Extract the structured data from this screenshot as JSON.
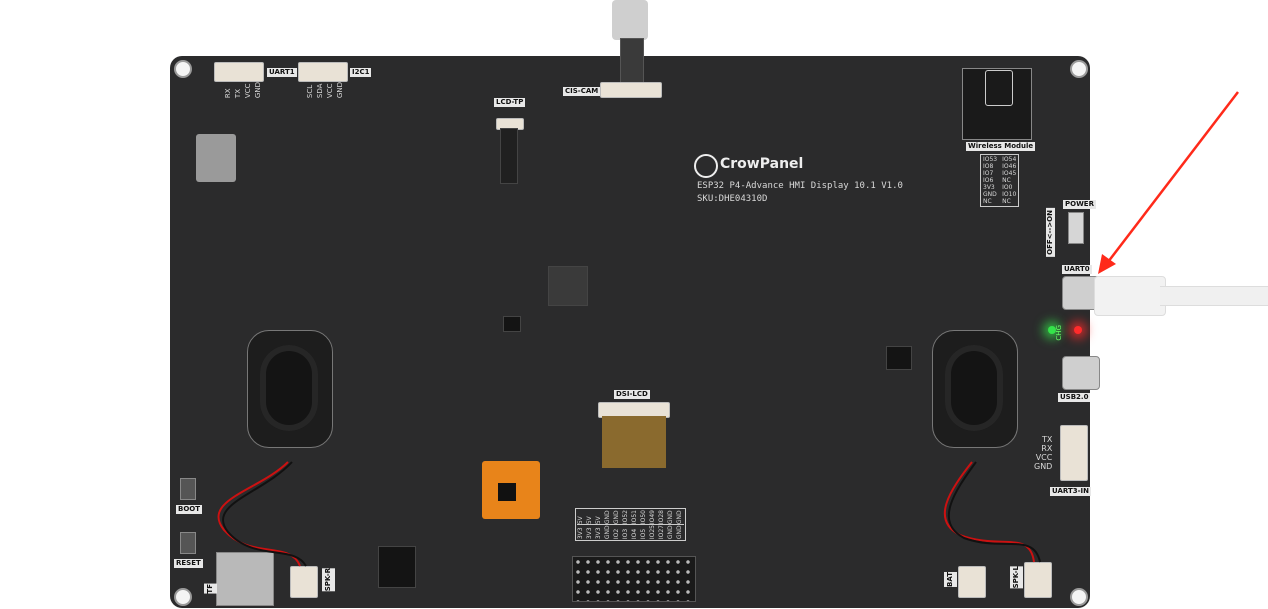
{
  "brand": {
    "name": "CrowPanel",
    "product": "ESP32 P4-Advance HMI Display 10.1 V1.0",
    "sku": "SKU:DHE04310D"
  },
  "labels": {
    "uart1": "UART1",
    "i2c1": "I2C1",
    "lcd_tp": "LCD-TP",
    "cis_cam": "CIS-CAM",
    "wireless_module": "Wireless Module",
    "power": "POWER",
    "power_switch": "OFF<-->ON",
    "uart0": "UART0",
    "usb": "USB2.0",
    "uart3_in": "UART3-IN",
    "boot": "BOOT",
    "reset": "RESET",
    "tf": "TF",
    "spk_r": "SPK-R",
    "spk_l": "SPK-L",
    "bat": "BAT",
    "dsi_lcd": "DSI-LCD",
    "chg": "CHG"
  },
  "uart1_pins": [
    "RX",
    "TX",
    "VCC",
    "GND"
  ],
  "i2c1_pins": [
    "SCL",
    "SDA",
    "VCC",
    "GND"
  ],
  "uart3_pins": [
    "TX",
    "RX",
    "VCC",
    "GND"
  ],
  "wireless_pins_left": [
    "IO53",
    "IO8",
    "IO7",
    "IO6",
    "3V3",
    "GND",
    "NC"
  ],
  "wireless_pins_right": [
    "IO54",
    "IO46",
    "IO45",
    "NC",
    "IO0",
    "IO10",
    "NC"
  ],
  "header_top": [
    "5V",
    "5V",
    "5V",
    "GND",
    "GND",
    "IO52",
    "IO51",
    "IO50",
    "IO49",
    "IO28",
    "GND",
    "GND"
  ],
  "header_bottom": [
    "3V3",
    "3V3",
    "3V3",
    "GND",
    "IO2",
    "IO3",
    "IO4",
    "IO5",
    "IO25",
    "IO27",
    "GND",
    "GND"
  ],
  "colors": {
    "board": "#2b2b2c",
    "arrow": "#ff2a1a",
    "led_green": "#34e34a",
    "led_red": "#ff2b2b"
  }
}
